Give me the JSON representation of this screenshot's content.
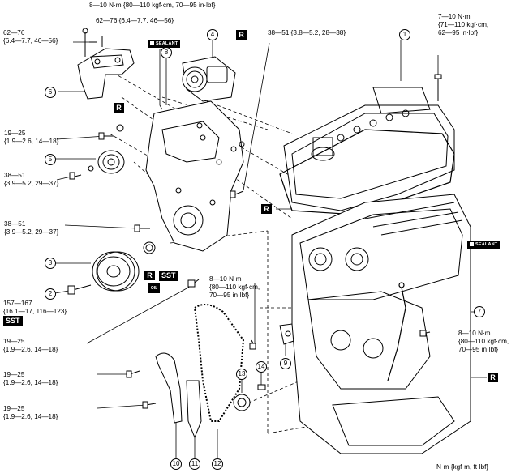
{
  "torque_labels": {
    "t_8_10_top": "8—10 N·m {80—110 kgf·cm, 70—95 in·lbf}",
    "t_62_76_a_l1": "62—76",
    "t_62_76_a_l2": "{6.4—7.7, 46—56}",
    "t_62_76_b": "62—76 {6.4—7.7, 46—56}",
    "t_7_10_l1": "7—10 N·m",
    "t_7_10_l2": "{71—110 kgf·cm,",
    "t_7_10_l3": "62—95 in·lbf}",
    "t_38_51_top": "38—51 {3.8—5.2, 28—38}",
    "t_19_25_a_l1": "19—25",
    "t_19_25_a_l2": "{1.9—2.6, 14—18}",
    "t_38_51_a_l1": "38—51",
    "t_38_51_a_l2": "{3.9—5.2, 29—37}",
    "t_38_51_b_l1": "38—51",
    "t_38_51_b_l2": "{3.9—5.2, 29—37}",
    "t_8_10_mid_l1": "8—10 N·m",
    "t_8_10_mid_l2": "{80—110 kgf·cm,",
    "t_8_10_mid_l3": "70—95 in·lbf}",
    "t_157_167_l1": "157—167",
    "t_157_167_l2": "{16.1—17, 116—123}",
    "t_8_10_right_l1": "8—10 N·m",
    "t_8_10_right_l2": "{80—110 kgf·cm,",
    "t_8_10_right_l3": "70—95 in·lbf}",
    "t_19_25_b_l1": "19—25",
    "t_19_25_b_l2": "{1.9—2.6, 14—18}",
    "t_19_25_c_l1": "19—25",
    "t_19_25_c_l2": "{1.9—2.6, 14—18}",
    "t_19_25_d_l1": "19—25",
    "t_19_25_d_l2": "{1.9—2.6, 14—18}"
  },
  "callouts": {
    "c1": "1",
    "c2": "2",
    "c3": "3",
    "c4": "4",
    "c5": "5",
    "c6": "6",
    "c7": "7",
    "c8": "8",
    "c9": "9",
    "c10": "10",
    "c11": "11",
    "c12": "12",
    "c13": "13",
    "c14": "14"
  },
  "tags": {
    "r": "R",
    "sst": "SST",
    "sealant": "SEALANT",
    "oil": "OIL"
  },
  "units_note": "N·m {kgf·m, ft·lbf}"
}
